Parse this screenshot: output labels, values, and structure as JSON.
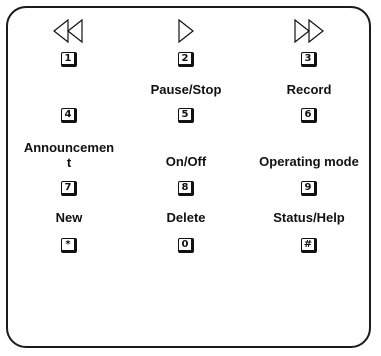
{
  "keypad": {
    "keys": {
      "k1": "1",
      "k2": "2",
      "k3": "3",
      "k4": "4",
      "k5": "5",
      "k6": "6",
      "k7": "7",
      "k8": "8",
      "k9": "9",
      "kstar": "*",
      "k0": "0",
      "khash": "#"
    },
    "labels": {
      "k5": "Pause/Stop",
      "k6": "Record",
      "k7": "Announcemen\nt",
      "k8": "On/Off",
      "k9": "Operating mode",
      "kstar": "New",
      "k0": "Delete",
      "khash": "Status/Help"
    },
    "icons": {
      "k1": "rewind-icon",
      "k2": "play-icon",
      "k3": "fast-forward-icon"
    }
  }
}
